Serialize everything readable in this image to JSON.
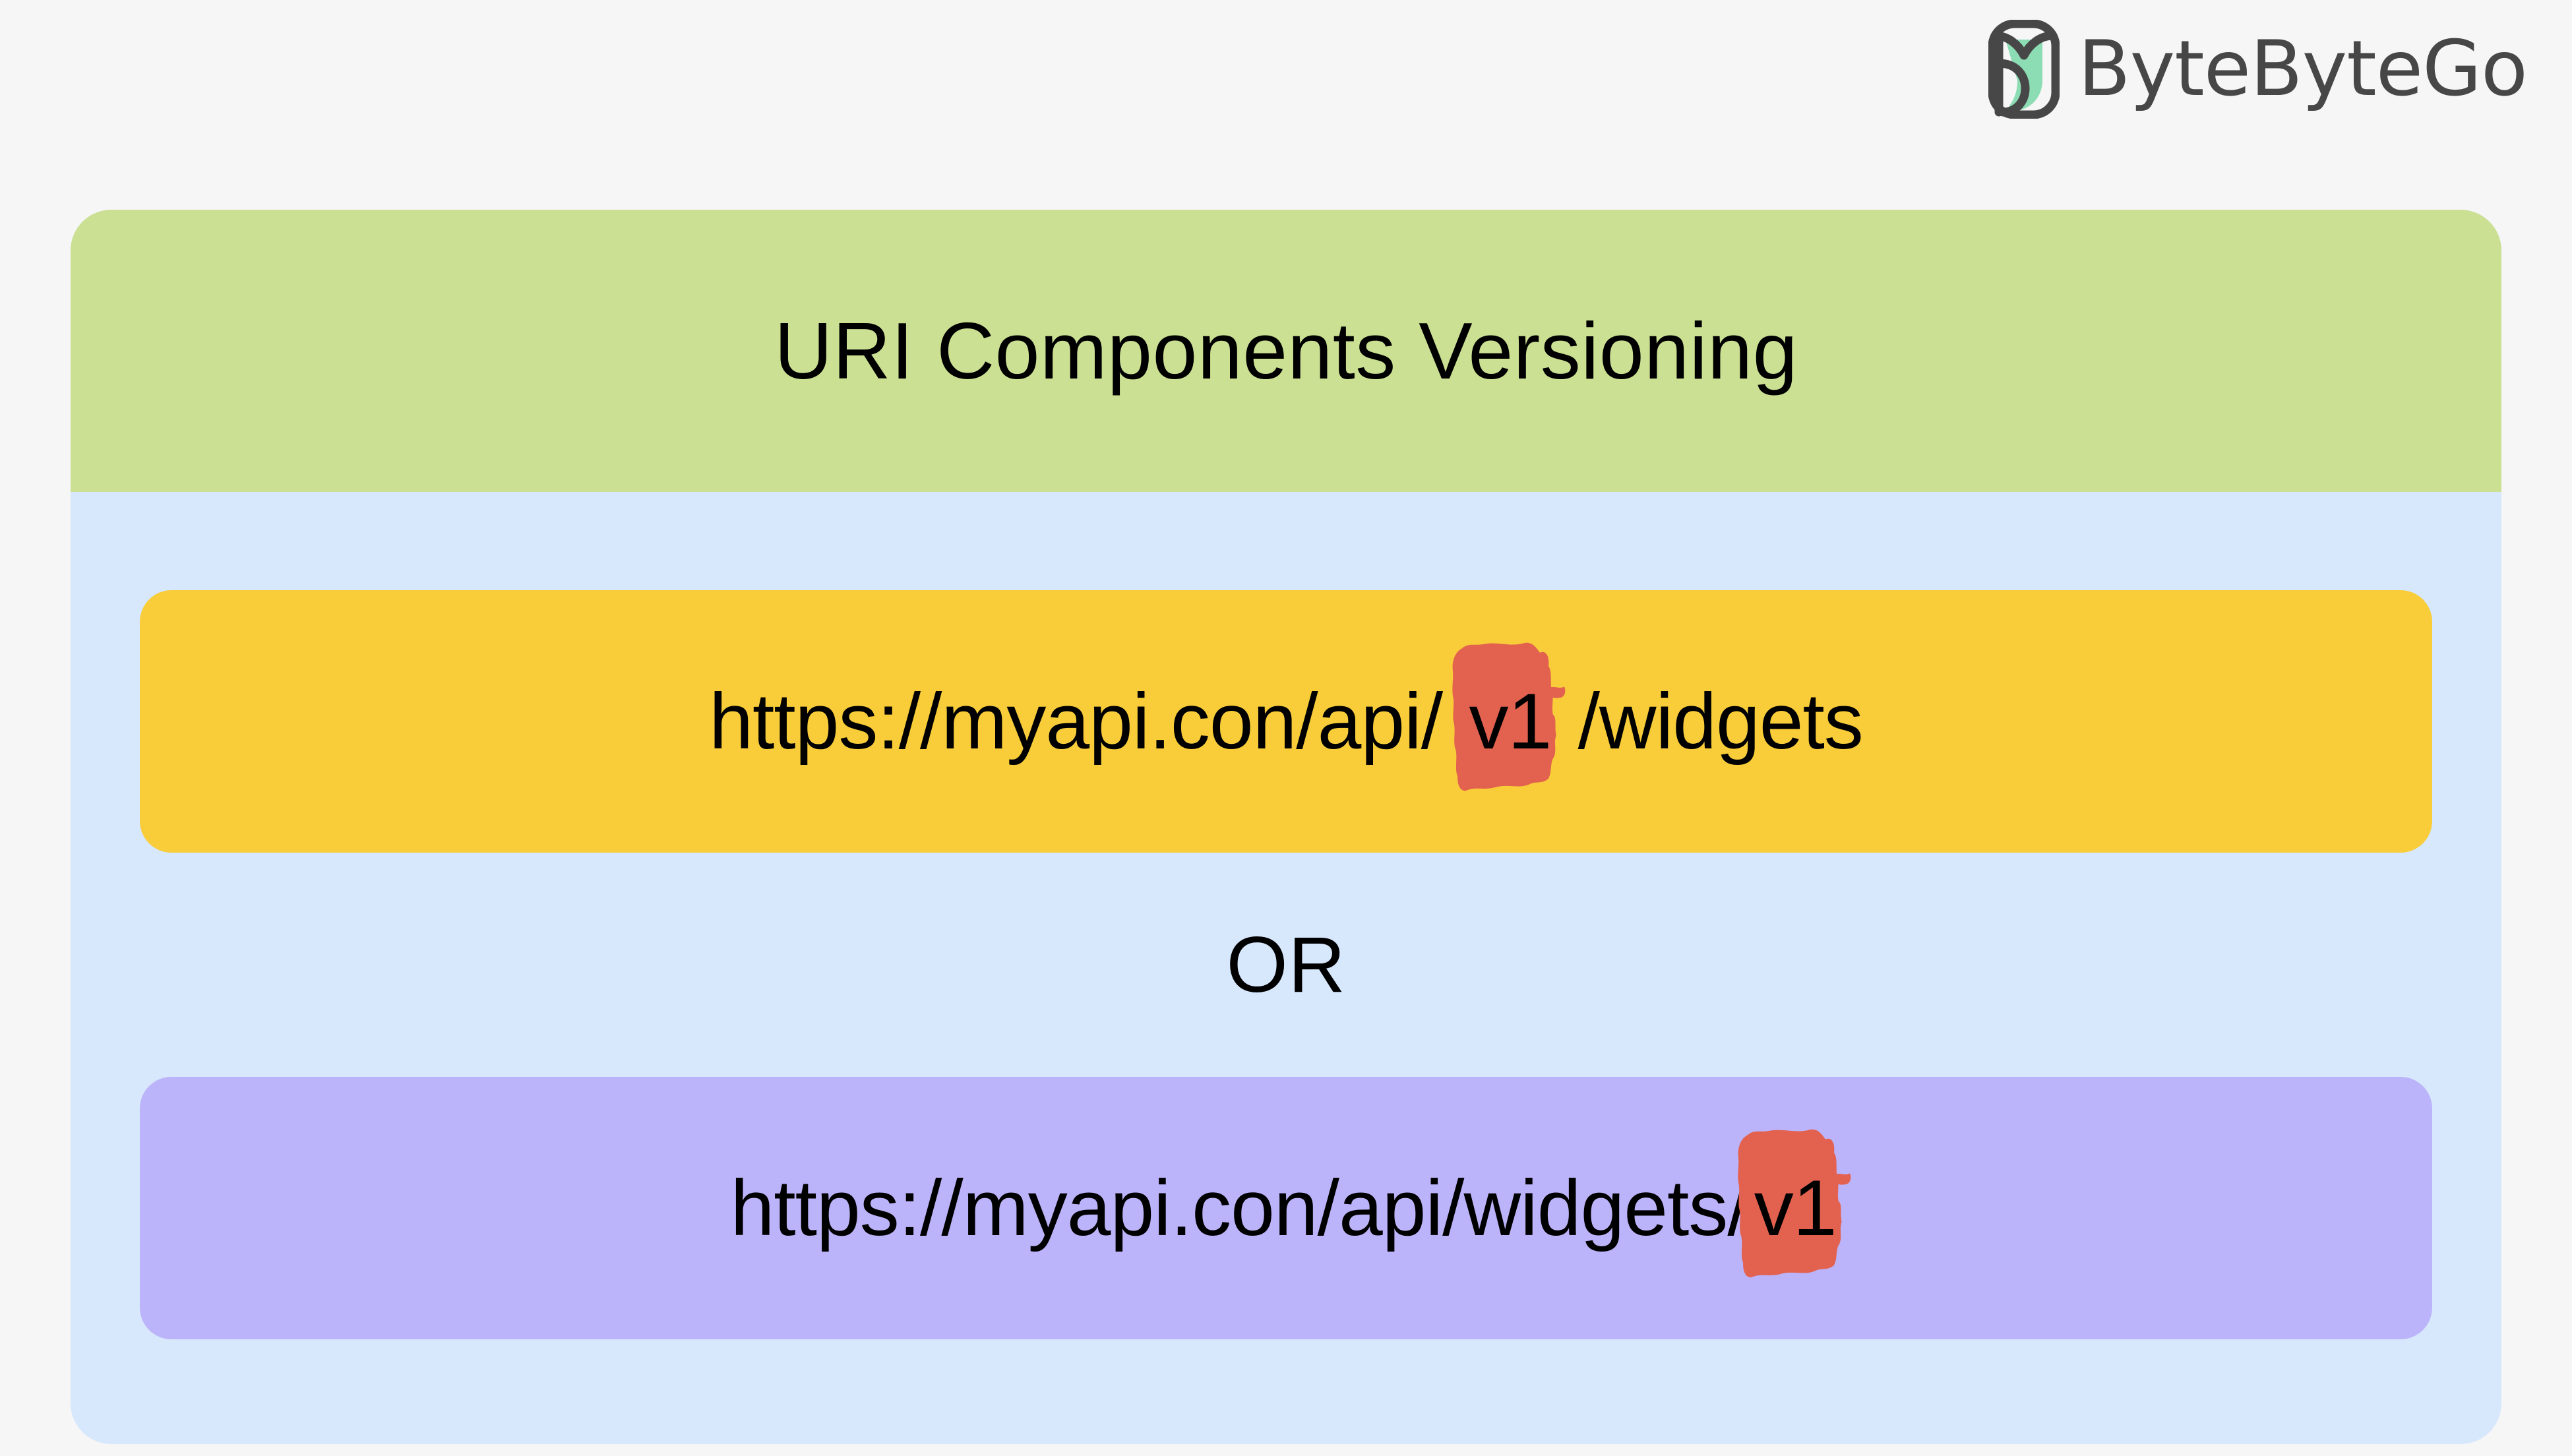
{
  "page": {
    "background_color": "#f6f6f6"
  },
  "brand": {
    "name": "ByteByteGo",
    "mark_icon": "bytebytego-leaf-logo-icon",
    "mark_outline_color": "#474747",
    "mark_leaf_color": "#8cdcb4",
    "text_color": "#474747"
  },
  "card": {
    "header": {
      "title": "URI Components Versioning",
      "background_color": "#cbe093",
      "text_color": "#000000"
    },
    "body": {
      "background_color": "#d7e7fc"
    },
    "divider": {
      "label": "OR"
    },
    "options": [
      {
        "id": "path-segment-versioning",
        "background_color": "#f8cd39",
        "prefix": "https://myapi.con/api/",
        "highlight": "v1",
        "suffix": "/widgets",
        "highlight_color": "#e2614f",
        "highlight_style": "hand-drawn-marker"
      },
      {
        "id": "trailing-segment-versioning",
        "background_color": "#bcb4fa",
        "prefix": "https://myapi.con/api/widgets/",
        "highlight": "v1",
        "suffix": "",
        "highlight_color": "#e2614f",
        "highlight_style": "hand-drawn-marker"
      }
    ]
  }
}
